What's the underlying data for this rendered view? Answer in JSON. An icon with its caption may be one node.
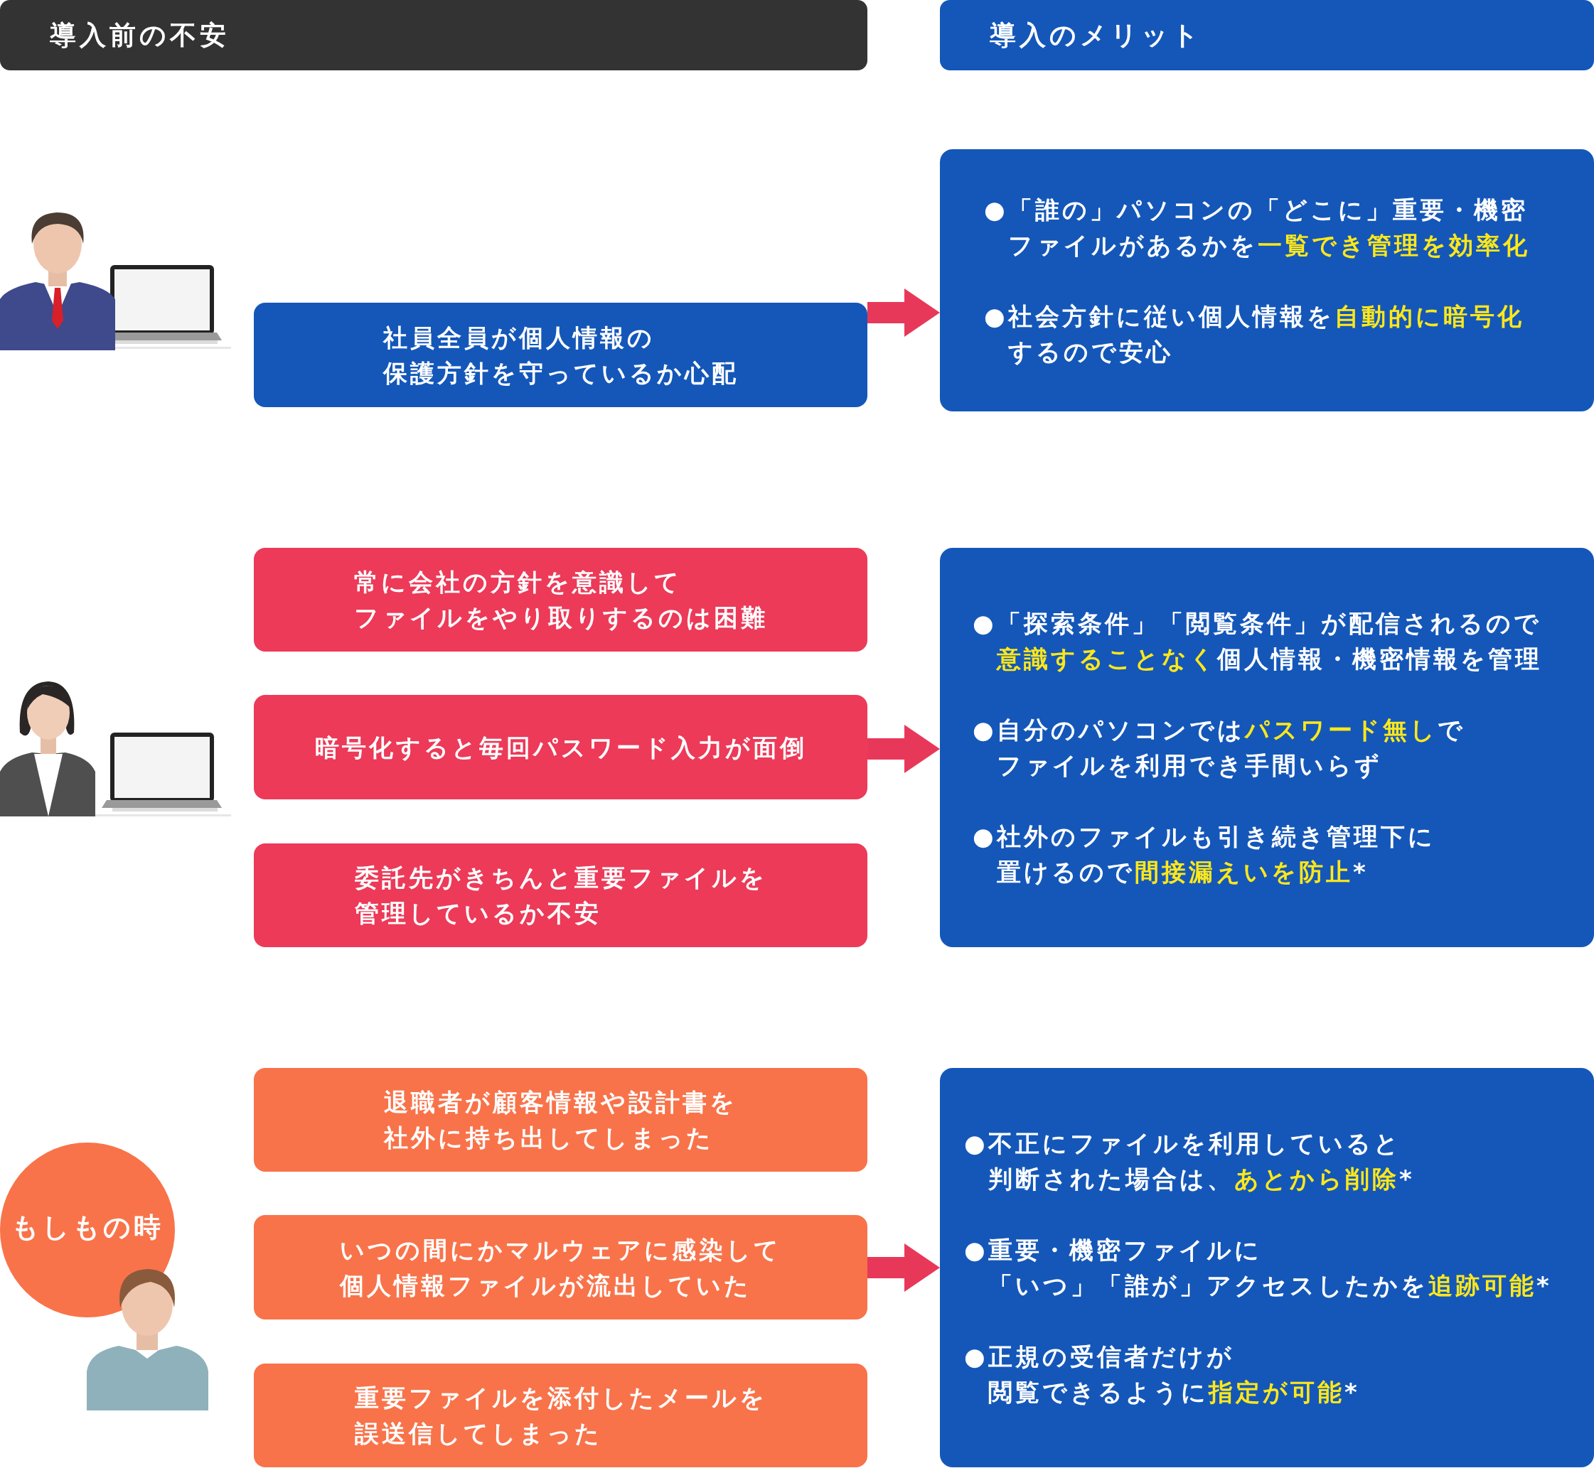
{
  "diagram": {
    "nodes": [
      {
        "text": [
          "導入前の不安"
        ]
      },
      {
        "text": [
          "導入のメリット"
        ]
      },
      {
        "text": [
          "社員全員が個人情報の保護方針を守っているか心配"
        ]
      },
      {
        "text": [
          "●「誰の」パソコンの「どこに」重要・機密ファイルがあるかを**一覧でき管理を効率化**",
          "●社会方針に従い個人情報を**自動的に暗号化**するので安心"
        ]
      },
      {
        "text": [
          "常に会社の方針を意識してファイルをやり取りするのは困難"
        ]
      },
      {
        "text": [
          "暗号化すると毎回パスワード入力が面倒"
        ]
      },
      {
        "text": [
          "委託先がきちんと重要ファイルを管理しているか不安"
        ]
      },
      {
        "text": [
          "●「探索条件」「閲覧条件」が配信されるので**意識することなく**個人情報・機密情報を管理",
          "●自分のパソコンでは**パスワード無し**でファイルを利用でき手間いらず",
          "●社外のファイルも引き続き管理下に置けるので**間接漏えいを防止***"
        ]
      },
      {
        "text": [
          "もしもの時"
        ]
      },
      {
        "text": [
          "退職者が顧客情報や設計書を社外に持ち出してしまった"
        ]
      },
      {
        "text": [
          "いつの間にかマルウェアに感染して個人情報ファイルが流出していた"
        ]
      },
      {
        "text": [
          "重要ファイルを添付したメールを誤送信してしまった"
        ]
      },
      {
        "text": [
          "●不正にファイルを利用していると判断された場合は、**あとから削除***",
          "●重要・機密ファイルに「いつ」「誰が」アクセスしたかを**追跡可能***",
          "●正規の受信者だけが閲覧できるように**指定が可能***"
        ]
      }
    ],
    "edges": [
      {
        "from": 2,
        "to": 3,
        "arrow": "to"
      },
      {
        "from": 5,
        "to": 7,
        "arrow": "to"
      },
      {
        "from": 10,
        "to": 12,
        "arrow": "to"
      }
    ]
  }
}
